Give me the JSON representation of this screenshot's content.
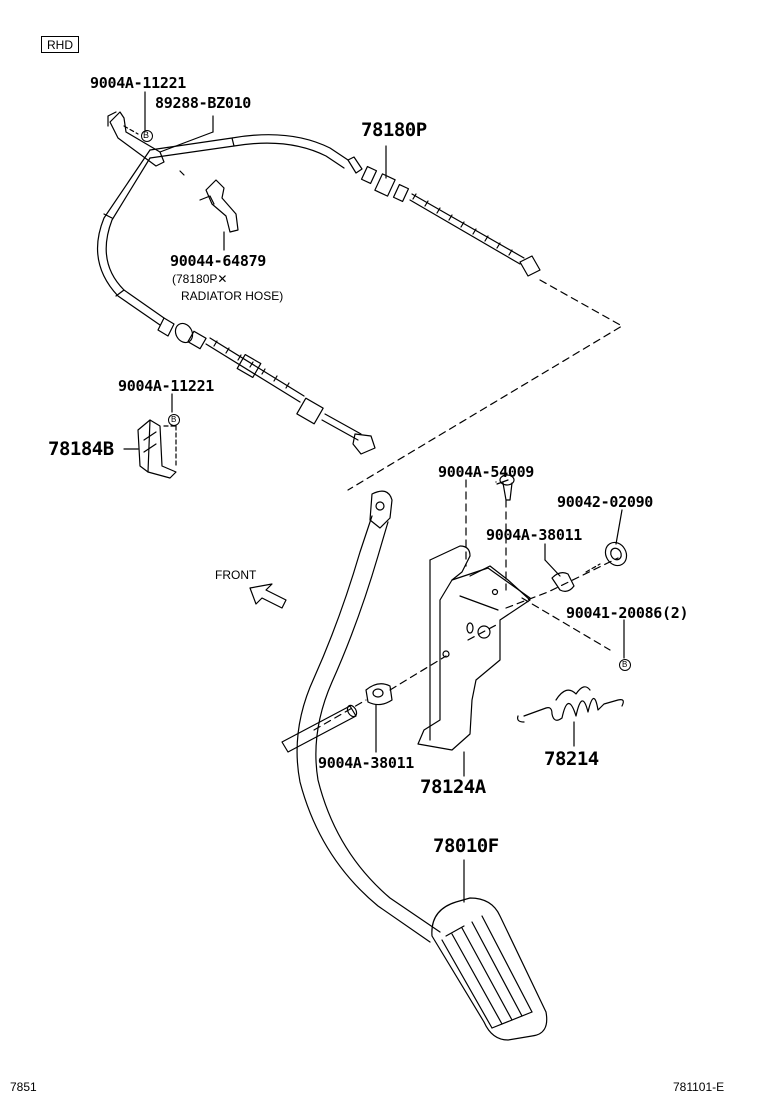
{
  "diagram": {
    "badge": "RHD",
    "direction_label": "FRONT",
    "parts": [
      {
        "id": "p_900a11221_top",
        "number": "9004A-11221"
      },
      {
        "id": "p_89288",
        "number": "89288-BZ010"
      },
      {
        "id": "p_78180p",
        "number": "78180P"
      },
      {
        "id": "p_9004464879",
        "number": "90044-64879"
      },
      {
        "id": "p_900a11221_mid",
        "number": "9004A-11221"
      },
      {
        "id": "p_78184b",
        "number": "78184B"
      },
      {
        "id": "p_900a54009",
        "number": "9004A-54009"
      },
      {
        "id": "p_9004202090",
        "number": "90042-02090"
      },
      {
        "id": "p_900a38011_right",
        "number": "9004A-38011"
      },
      {
        "id": "p_9004120086",
        "number": "90041-20086(2)"
      },
      {
        "id": "p_78214",
        "number": "78214"
      },
      {
        "id": "p_900a38011_left",
        "number": "9004A-38011"
      },
      {
        "id": "p_78124a",
        "number": "78124A"
      },
      {
        "id": "p_78010f",
        "number": "78010F"
      }
    ],
    "note_line1": "(78180P✕",
    "note_line2": "RADIATOR HOSE)",
    "ref_marker": "B",
    "footer_left": "7851",
    "footer_right": "781101-E"
  }
}
